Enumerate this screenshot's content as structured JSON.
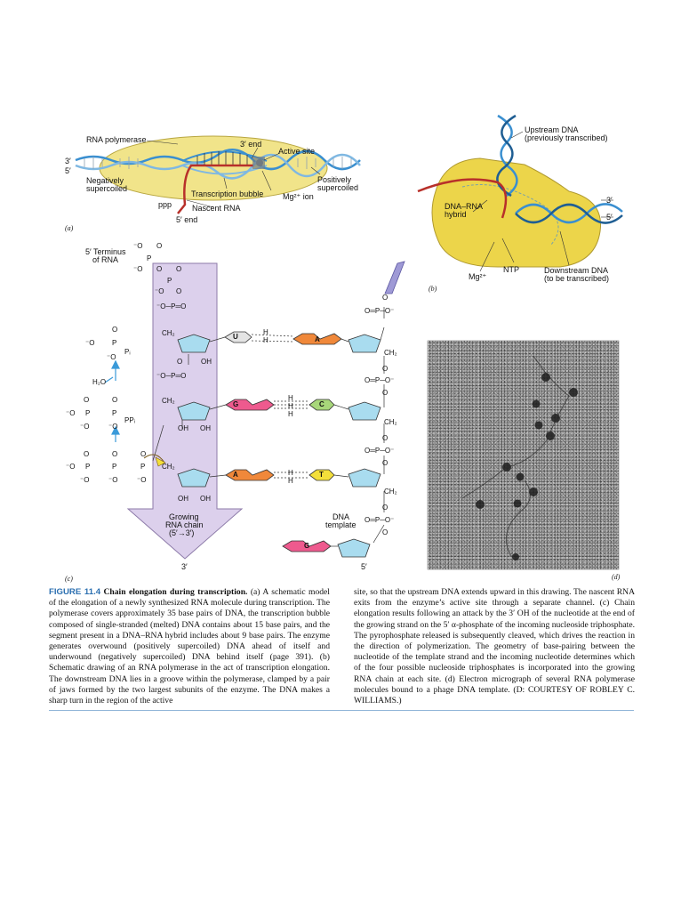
{
  "panel_a": {
    "rna_polymerase": "RNA polymerase",
    "three_prime_end": "3′ end",
    "active_site": "Active site",
    "strand_3": "3′",
    "strand_5": "5′",
    "negatively": "Negatively",
    "supercoiled_neg": "supercoiled",
    "positively": "Positively",
    "supercoiled_pos": "supercoiled",
    "transcription_bubble": "Transcription bubble",
    "mg_ion": "Mg²⁺ ion",
    "ppp": "ppp",
    "nascent_rna": "Nascent RNA",
    "five_prime_end": "5′ end",
    "panel_label": "(a)"
  },
  "panel_b": {
    "upstream_dna": "Upstream DNA",
    "previously_transcribed": "(previously transcribed)",
    "dna_rna": "DNA–RNA",
    "hybrid": "hybrid",
    "strand_3": "3′",
    "strand_5": "5′",
    "ntp": "NTP",
    "mg": "Mg²⁺",
    "downstream_dna": "Downstream DNA",
    "to_be_transcribed": "(to be transcribed)",
    "panel_label": "(b)"
  },
  "panel_c": {
    "terminus": "5′ Terminus",
    "of_rna": "of RNA",
    "pi": "Pᵢ",
    "h2o": "H₂O",
    "ppi": "PPᵢ",
    "ch2": "CH₂",
    "oh": "OH",
    "o": "O",
    "o_minus": "⁻O",
    "p": "P",
    "phosphate": "O═P─O⁻",
    "rna_phosphate": "⁻O─P═O",
    "hh2": "H\nH",
    "hh3": "H\nH\nH",
    "bases_rna": [
      "U",
      "G",
      "A"
    ],
    "bases_dna": [
      "A",
      "C",
      "T",
      "G"
    ],
    "growing": "Growing",
    "rna_chain": "RNA chain",
    "direction": "(5′→3′)",
    "dna": "DNA",
    "template": "template",
    "end_3": "3′",
    "end_5": "5′",
    "panel_label": "(c)"
  },
  "panel_d": {
    "panel_label": "(d)"
  },
  "caption": {
    "figure_number": "FIGURE 11.4",
    "heading": "Chain elongation during transcription.",
    "left_text": "(a) A schematic model of the elongation of a newly synthesized RNA molecule during transcription. The polymerase covers approximately 35 base pairs of DNA, the transcription bubble composed of single-stranded (melted) DNA contains about 15 base pairs, and the segment present in a DNA–RNA hybrid includes about 9 base pairs. The enzyme generates overwound (positively supercoiled) DNA ahead of itself and underwound (negatively supercoiled) DNA behind itself (page 391). (b) Schematic drawing of an RNA polymerase in the act of transcription elongation. The downstream DNA lies in a groove within the polymerase, clamped by a pair of jaws formed by the two largest subunits of the enzyme. The DNA makes a sharp turn in the region of the active",
    "right_text": "site, so that the upstream DNA extends upward in this drawing. The nascent RNA exits from the enzyme’s active site through a separate channel. (c) Chain elongation results following an attack by the 3′ OH of the nucleotide at the end of the growing strand on the 5′ α-phosphate of the incoming nucleoside triphosphate. The pyrophosphate released is subsequently cleaved, which drives the reaction in the direction of polymerization. The geometry of base-pairing between the nucleotide of the template strand and the incoming nucleotide determines which of the four possible nucleoside triphosphates is incorporated into the growing RNA chain at each site. (d) Electron micrograph of several RNA polymerase molecules bound to a phage DNA template. (D: COURTESY OF ROBLEY C. WILLIAMS.)"
  },
  "colors": {
    "polymerase": "#f1e48a",
    "polymerase_b": "#ecd54a",
    "dna_blue": "#3a8fd0",
    "rna_red": "#b8302a",
    "arrow_fill": "#dcd0ec",
    "pyrimidine": "#a9dcef",
    "purine_orange": "#f0883a",
    "purine_pink": "#ee5a8e",
    "caption_blue": "#2b6fb0"
  }
}
